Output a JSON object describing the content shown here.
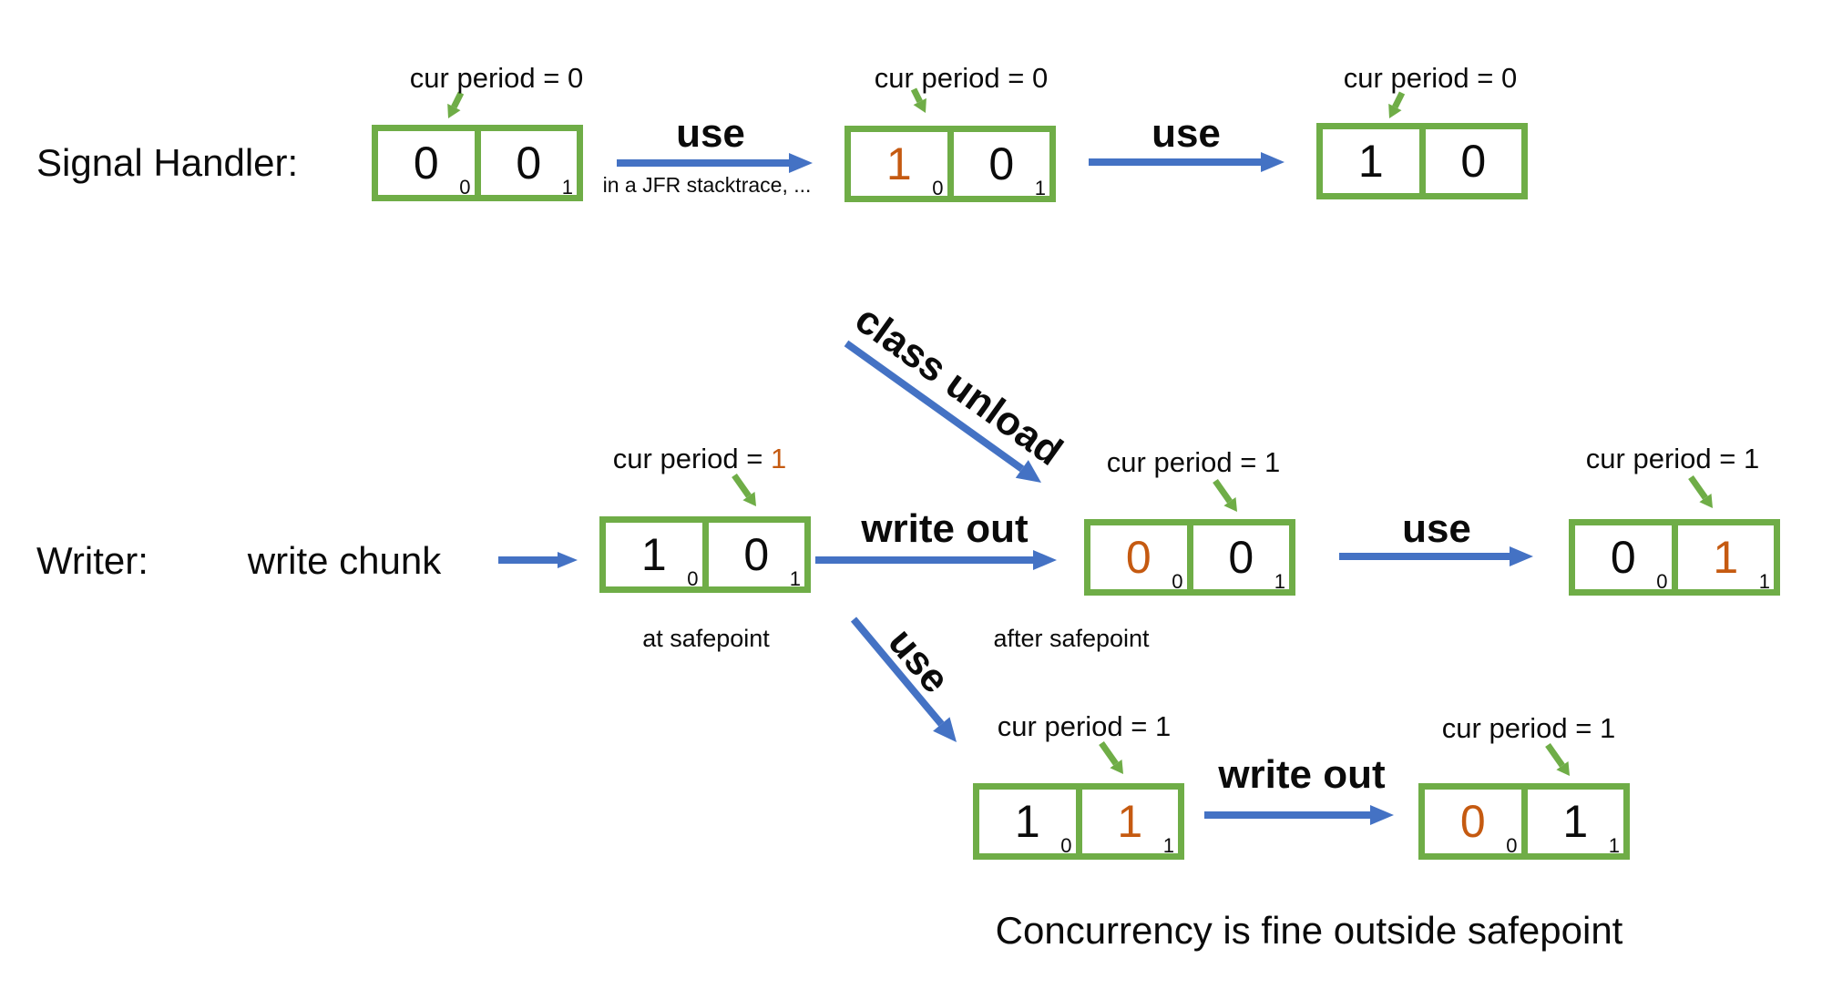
{
  "colors": {
    "green": "#6FAD47",
    "blue": "#4472C4",
    "orange": "#C55A11",
    "ink": "#0B0B0B"
  },
  "rows": {
    "signal_handler_label": "Signal Handler:",
    "writer_label": "Writer:"
  },
  "actions": {
    "write_chunk": "write chunk",
    "use_top_1": "use",
    "use_top_2": "use",
    "use_mid": "use",
    "use_diagonal": "use",
    "write_out_mid": "write out",
    "write_out_bottom": "write out",
    "class_unload": "class unload"
  },
  "notes": {
    "jfr": "in a JFR stacktrace, ...",
    "at_safepoint": "at safepoint",
    "after_safepoint": "after safepoint",
    "caption": "Concurrency is fine outside safepoint"
  },
  "boxes": {
    "sh1": {
      "label_prefix": "cur period = ",
      "label_value": "0",
      "label_value_color": "#0B0B0B",
      "cells": [
        {
          "value": "0",
          "color": "#0B0B0B",
          "sub": "0"
        },
        {
          "value": "0",
          "color": "#0B0B0B",
          "sub": "1"
        }
      ]
    },
    "sh2": {
      "label_prefix": "cur period = ",
      "label_value": "0",
      "label_value_color": "#0B0B0B",
      "cells": [
        {
          "value": "1",
          "color": "#C55A11",
          "sub": "0"
        },
        {
          "value": "0",
          "color": "#0B0B0B",
          "sub": "1"
        }
      ]
    },
    "sh3": {
      "label_prefix": "cur period = ",
      "label_value": "0",
      "label_value_color": "#0B0B0B",
      "cells": [
        {
          "value": "1",
          "color": "#0B0B0B",
          "sub": ""
        },
        {
          "value": "0",
          "color": "#0B0B0B",
          "sub": ""
        }
      ]
    },
    "w1": {
      "label_prefix": "cur period = ",
      "label_value": "1",
      "label_value_color": "#C55A11",
      "cells": [
        {
          "value": "1",
          "color": "#0B0B0B",
          "sub": "0"
        },
        {
          "value": "0",
          "color": "#0B0B0B",
          "sub": "1"
        }
      ]
    },
    "w2": {
      "label_prefix": "cur period = ",
      "label_value": "1",
      "label_value_color": "#0B0B0B",
      "cells": [
        {
          "value": "0",
          "color": "#C55A11",
          "sub": "0"
        },
        {
          "value": "0",
          "color": "#0B0B0B",
          "sub": "1"
        }
      ]
    },
    "w3": {
      "label_prefix": "cur period = ",
      "label_value": "1",
      "label_value_color": "#0B0B0B",
      "cells": [
        {
          "value": "0",
          "color": "#0B0B0B",
          "sub": "0"
        },
        {
          "value": "1",
          "color": "#C55A11",
          "sub": "1"
        }
      ]
    },
    "b4": {
      "label_prefix": "cur period = ",
      "label_value": "1",
      "label_value_color": "#0B0B0B",
      "cells": [
        {
          "value": "1",
          "color": "#0B0B0B",
          "sub": "0"
        },
        {
          "value": "1",
          "color": "#C55A11",
          "sub": "1"
        }
      ]
    },
    "b5": {
      "label_prefix": "cur period = ",
      "label_value": "1",
      "label_value_color": "#0B0B0B",
      "cells": [
        {
          "value": "0",
          "color": "#C55A11",
          "sub": "0"
        },
        {
          "value": "1",
          "color": "#0B0B0B",
          "sub": "1"
        }
      ]
    }
  }
}
